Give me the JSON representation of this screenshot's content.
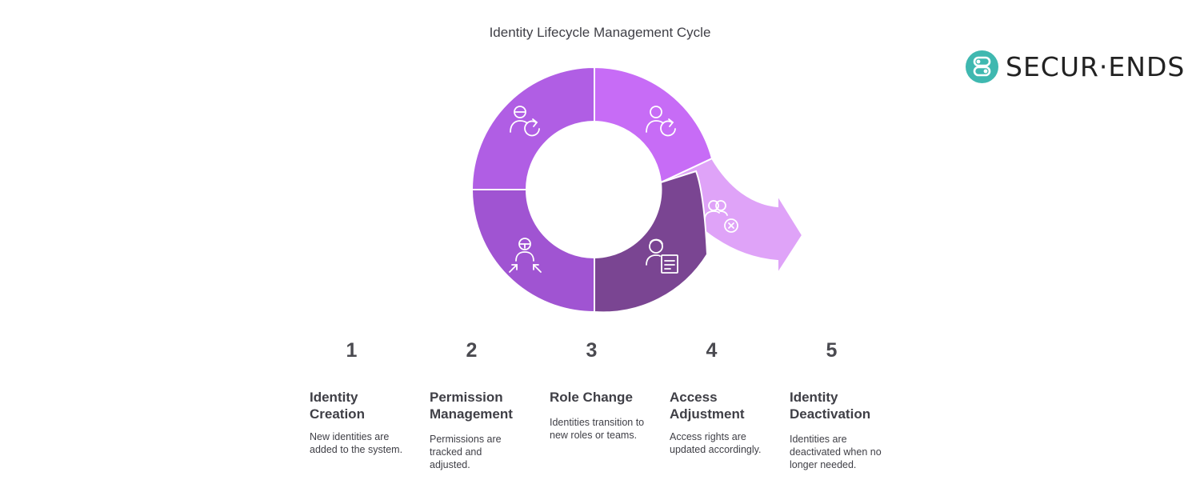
{
  "title": "Identity Lifecycle Management Cycle",
  "brand": {
    "name": "SECUR·ENDS",
    "badge_color": "#3fb8b0"
  },
  "segments": [
    {
      "id": "identity-creation",
      "color": "#b05ee4",
      "icon": "user-refresh-icon"
    },
    {
      "id": "permission-management",
      "color": "#a054d2",
      "icon": "user-arrows-in-icon"
    },
    {
      "id": "role-change",
      "color": "#c76cf6",
      "icon": "user-refresh-icon"
    },
    {
      "id": "access-adjustment",
      "color": "#7a4592",
      "icon": "user-document-icon"
    },
    {
      "id": "identity-deactivation",
      "color": "#dfa3f8",
      "icon": "users-remove-icon"
    }
  ],
  "steps": [
    {
      "number": "1",
      "title": "Identity Creation",
      "description": "New identities are added to the system."
    },
    {
      "number": "2",
      "title": "Permission Management",
      "description": "Permissions are tracked and adjusted."
    },
    {
      "number": "3",
      "title": "Role Change",
      "description": "Identities transition to new roles or teams."
    },
    {
      "number": "4",
      "title": "Access Adjustment",
      "description": "Access rights are updated accordingly."
    },
    {
      "number": "5",
      "title": "Identity Deactivation",
      "description": "Identities are deactivated when no longer needed."
    }
  ]
}
